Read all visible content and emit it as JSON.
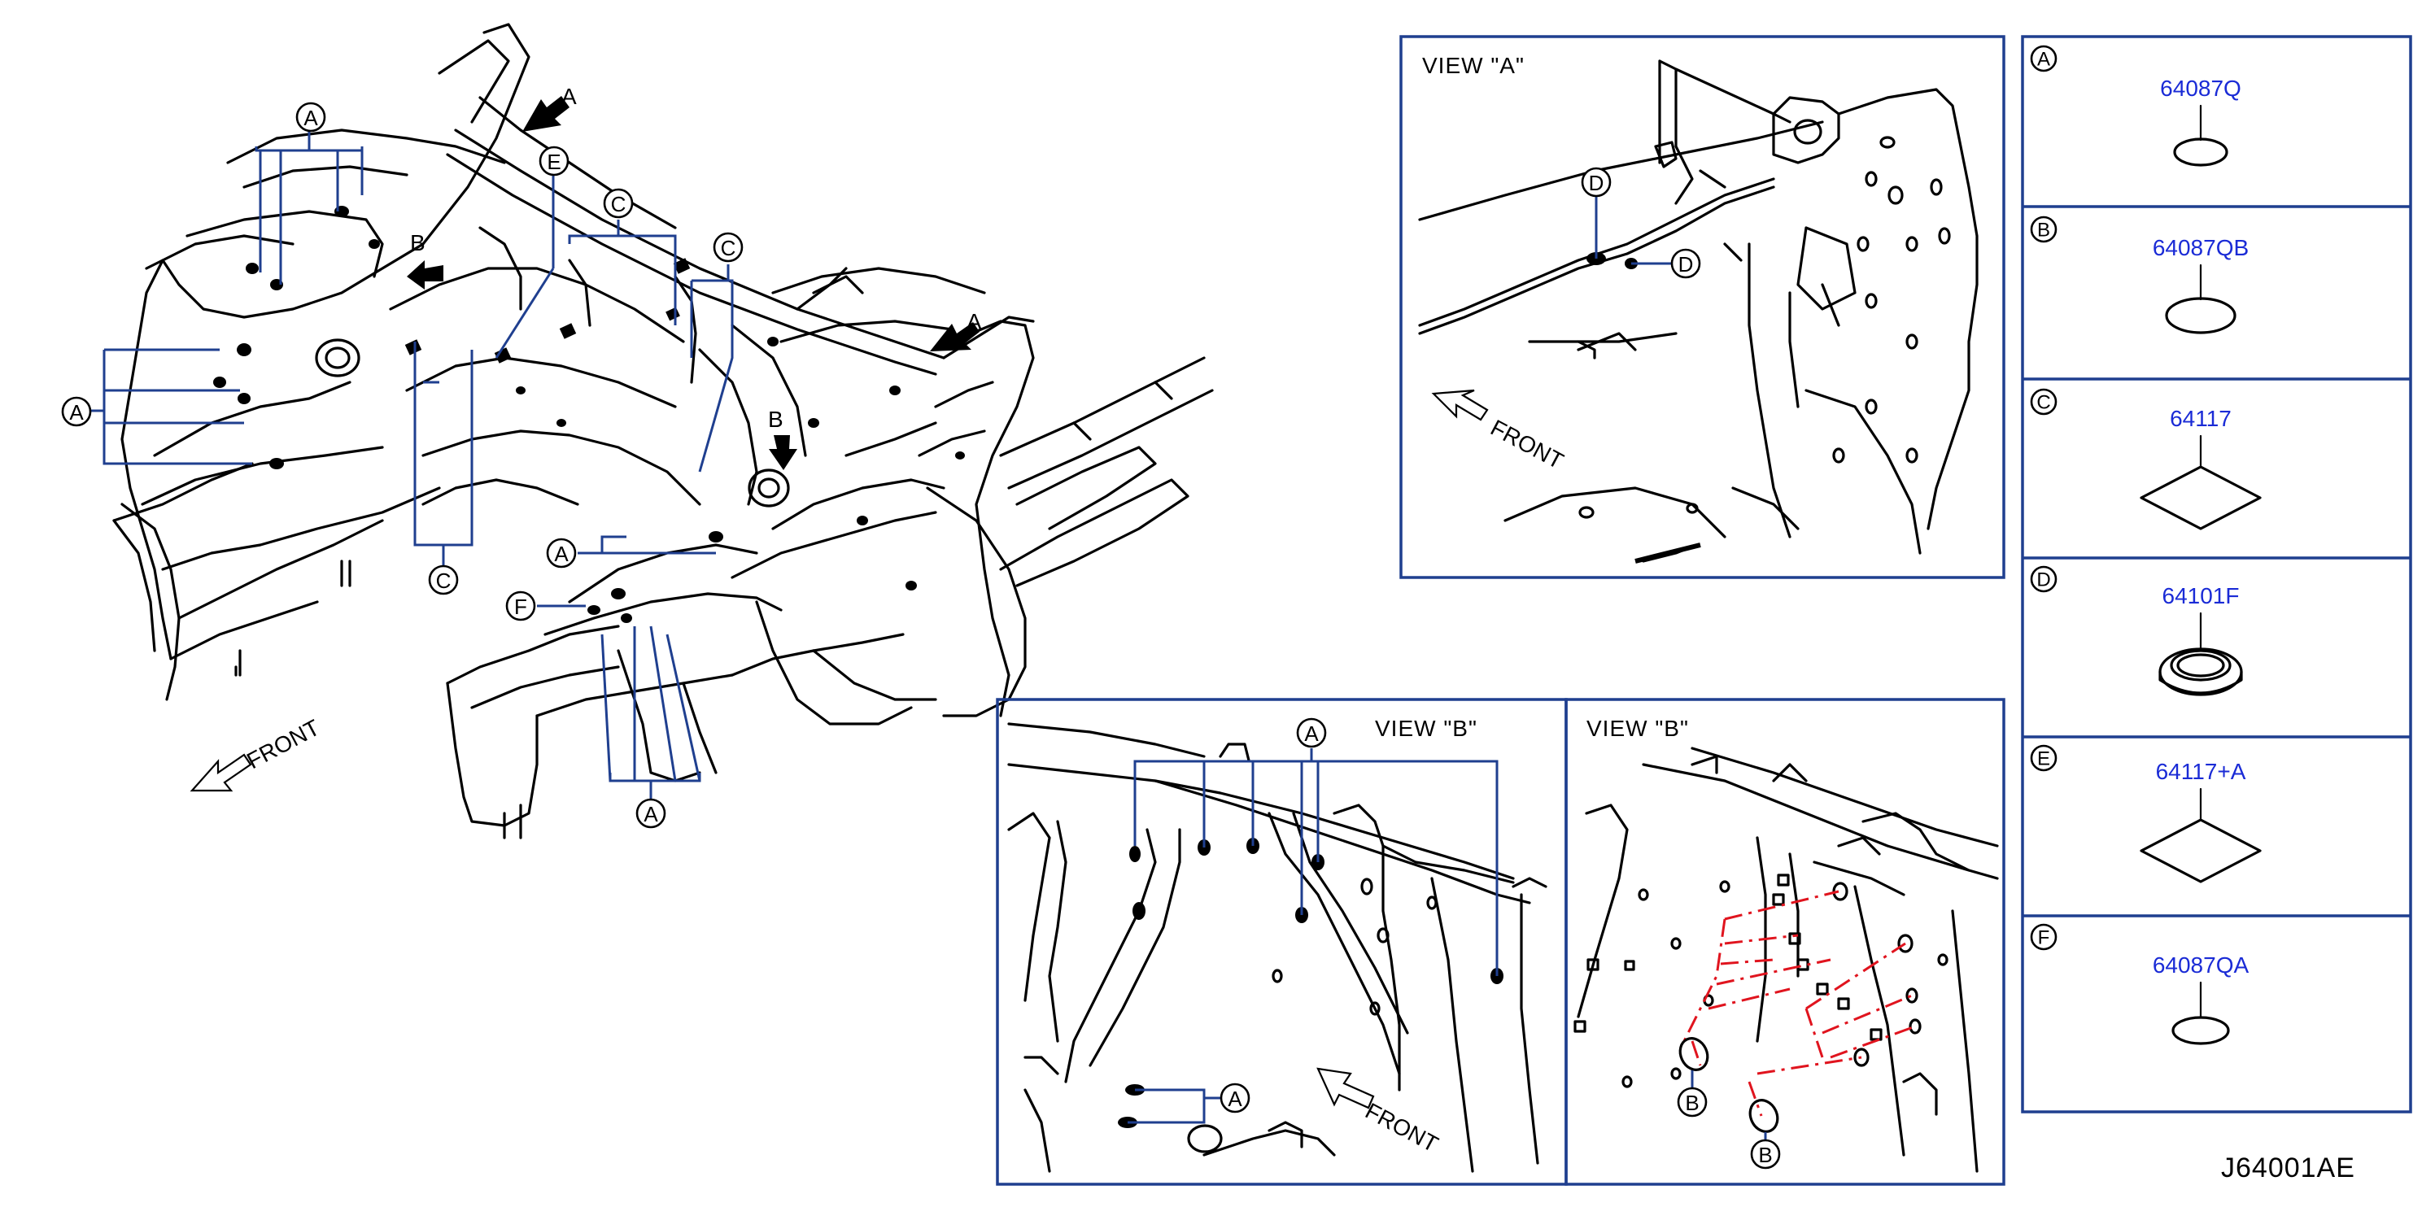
{
  "views": {
    "view_a_title": "VIEW  \"A\"",
    "view_b_title_left": "VIEW  \"B\"",
    "view_b_title_right": "VIEW  \"B\""
  },
  "front_label": "FRONT",
  "direction_markers": {
    "a": "A",
    "b": "B"
  },
  "callout_letters": {
    "a": "A",
    "b": "B",
    "c": "C",
    "d": "D",
    "e": "E",
    "f": "F"
  },
  "legend": [
    {
      "letter": "A",
      "part_number": "64087Q",
      "shape": "round-plug-thin"
    },
    {
      "letter": "B",
      "part_number": "64087QB",
      "shape": "round-plug-large"
    },
    {
      "letter": "C",
      "part_number": "64117",
      "shape": "diamond-patch"
    },
    {
      "letter": "D",
      "part_number": "64101F",
      "shape": "grommet"
    },
    {
      "letter": "E",
      "part_number": "64117+A",
      "shape": "diamond-patch"
    },
    {
      "letter": "F",
      "part_number": "64087QA",
      "shape": "round-plug-thin"
    }
  ],
  "diagram_code": "J64001AE",
  "colors": {
    "frame": "#1f3f8f",
    "part_number": "#1a2bd6",
    "hidden_line": "#e0141e",
    "ink": "#000000"
  }
}
